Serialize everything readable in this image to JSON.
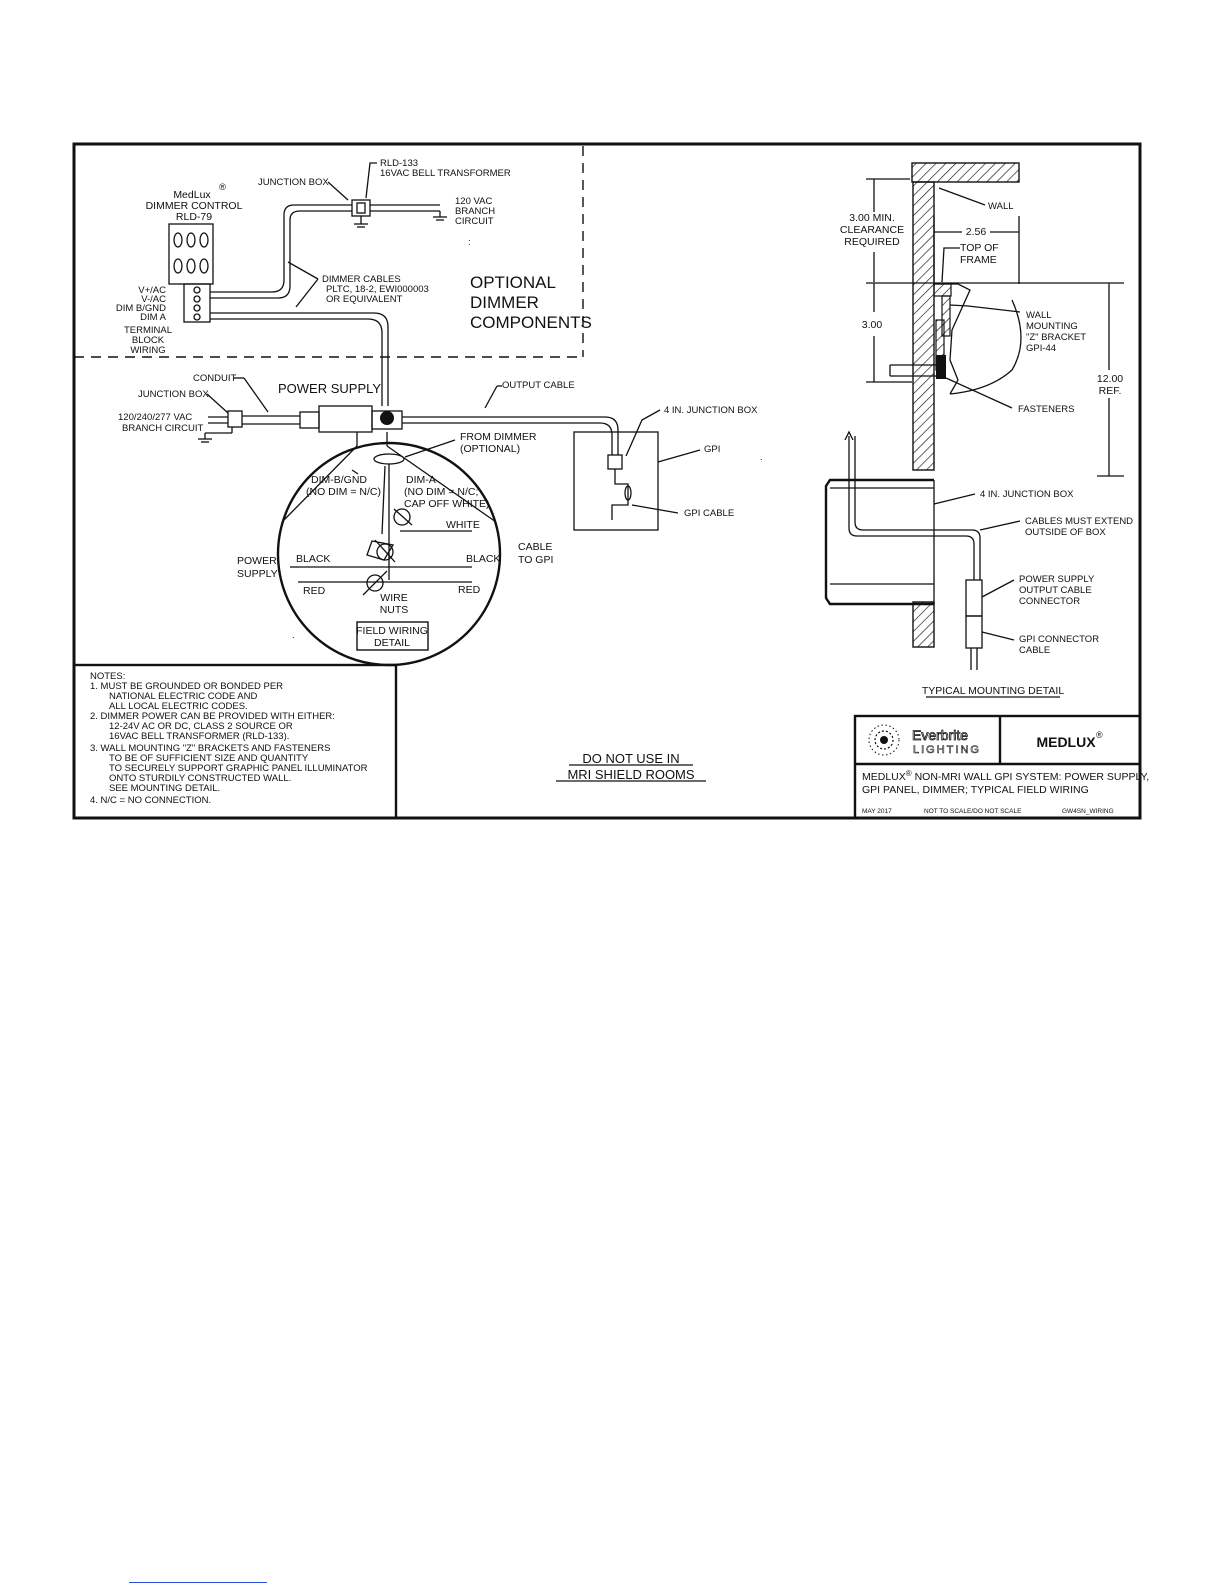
{
  "dimmer": {
    "brand": "MedLux",
    "reg": "®",
    "title": "DIMMER CONTROL",
    "model": "RLD-79",
    "terminals": [
      "V+/AC",
      "V-/AC",
      "DIM B/GND",
      "DIM A"
    ],
    "block_label": [
      "TERMINAL",
      "BLOCK",
      "WIRING"
    ]
  },
  "transformer": {
    "junction_box": "JUNCTION BOX",
    "model": "RLD-133",
    "desc": "16VAC BELL TRANSFORMER",
    "circuit": [
      "120 VAC",
      "BRANCH",
      "CIRCUIT"
    ],
    "colon": ":"
  },
  "dimmer_cables": [
    "DIMMER CABLES",
    "PLTC, 18-2, EWI000003",
    "OR EQUIVALENT"
  ],
  "optional": [
    "OPTIONAL",
    "DIMMER",
    "COMPONENTS"
  ],
  "power": {
    "conduit": "CONDUIT",
    "junction_box": "JUNCTION BOX",
    "title": "POWER SUPPLY",
    "circuit": [
      "120/240/277 VAC",
      "BRANCH CIRCUIT"
    ],
    "output_cable": "OUTPUT CABLE"
  },
  "gpi": {
    "junction_box": "4 IN. JUNCTION BOX",
    "gpi": "GPI",
    "cable": "GPI CABLE",
    "dot": "."
  },
  "field_wiring": {
    "from_dimmer": [
      "FROM DIMMER",
      "(OPTIONAL)"
    ],
    "dim_b": [
      "DIM-B/GND",
      "(NO DIM = N/C)"
    ],
    "dim_a": [
      "DIM-A",
      "(NO DIM = N/C;",
      "CAP OFF WHITE)"
    ],
    "white": "WHITE",
    "black_left": "BLACK",
    "black_right": "BLACK",
    "red_left": "RED",
    "red_right": "RED",
    "wire_nuts": [
      "WIRE",
      "NUTS"
    ],
    "power_supply": [
      "POWER",
      "SUPPLY"
    ],
    "cable_to_gpi": [
      "CABLE",
      "TO GPI"
    ],
    "title": [
      "FIELD WIRING",
      "DETAIL"
    ],
    "dot": "."
  },
  "mounting": {
    "wall": "WALL",
    "clearance": [
      "3.00 MIN.",
      "CLEARANCE",
      "REQUIRED"
    ],
    "dim_256": "2.56",
    "top_of_frame": [
      "TOP OF",
      "FRAME"
    ],
    "dim_300": "3.00",
    "bracket": [
      "WALL",
      "MOUNTING",
      "\"Z\" BRACKET",
      "GPI-44"
    ],
    "ref": [
      "12.00",
      "REF."
    ],
    "fasteners": "FASTENERS",
    "junction_box": "4 IN. JUNCTION BOX",
    "cables_extend": [
      "CABLES MUST EXTEND",
      "OUTSIDE OF BOX"
    ],
    "ps_connector": [
      "POWER SUPPLY",
      "OUTPUT CABLE",
      "CONNECTOR"
    ],
    "gpi_connector": [
      "GPI CONNECTOR",
      "CABLE"
    ],
    "title": "TYPICAL MOUNTING DETAIL"
  },
  "notes": [
    "NOTES:",
    "1.  MUST BE GROUNDED OR BONDED PER",
    "NATIONAL ELECTRIC CODE AND",
    "ALL LOCAL ELECTRIC CODES.",
    "2.  DIMMER POWER CAN BE PROVIDED WITH EITHER:",
    "12-24V AC OR DC, CLASS 2 SOURCE OR",
    "16VAC BELL TRANSFORMER (RLD-133).",
    "3.  WALL MOUNTING \"Z\" BRACKETS AND FASTENERS",
    "TO BE OF SUFFICIENT SIZE AND QUANTITY",
    "TO SECURELY SUPPORT GRAPHIC PANEL ILLUMINATOR",
    "ONTO STURDILY CONSTRUCTED WALL.",
    "SEE MOUNTING DETAIL.",
    "4.  N/C =   NO CONNECTION."
  ],
  "warning": [
    "DO NOT USE IN",
    "MRI SHIELD ROOMS"
  ],
  "title_block": {
    "logo_top": "Everbrite",
    "logo_bottom": "LIGHTING",
    "product": "MEDLUX",
    "reg": "®",
    "desc_brand": "MEDLUX",
    "desc_line1": " NON-MRI WALL GPI SYSTEM: POWER SUPPLY,",
    "desc_line2": "GPI PANEL, DIMMER; TYPICAL FIELD WIRING",
    "date": "MAY 2017",
    "scale": "NOT TO SCALE/DO NOT SCALE",
    "drawing_no": "GW4SN_WIRING"
  }
}
